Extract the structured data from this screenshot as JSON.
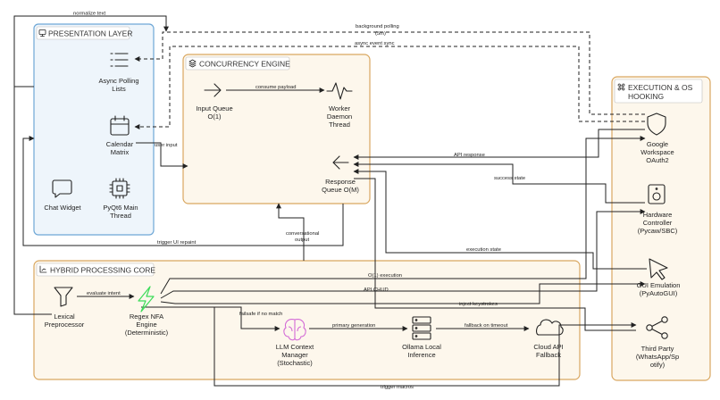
{
  "panels": {
    "presentation": {
      "title": "PRESENTATION LAYER",
      "fill": "#eef5fb",
      "stroke": "#6ea7d6"
    },
    "concurrency": {
      "title": "CONCURRENCY ENGINE",
      "fill": "#fdf7ec",
      "stroke": "#d9a760"
    },
    "execution": {
      "title": [
        "EXECUTION & OS",
        "HOOKING"
      ],
      "fill": "#fdf7ec",
      "stroke": "#d9a760"
    },
    "hybrid": {
      "title": "HYBRID PROCESSING CORE",
      "fill": "#fdf7ec",
      "stroke": "#d9a760"
    }
  },
  "nodes": {
    "async_polling": [
      "Async Polling",
      "Lists"
    ],
    "calendar": [
      "Calendar",
      "Matrix"
    ],
    "chat_widget": [
      "Chat Widget"
    ],
    "pyqt": [
      "PyQt6 Main",
      "Thread"
    ],
    "input_queue": [
      "Input Queue",
      "O(1)"
    ],
    "worker": [
      "Worker",
      "Daemon",
      "Thread"
    ],
    "response_queue": [
      "Response",
      "Queue O(M)"
    ],
    "google": [
      "Google",
      "Workspace",
      "OAuth2"
    ],
    "hardware": [
      "Hardware",
      "Controller",
      "(Pycaw/SBC)"
    ],
    "gui_emulation": [
      "GUI Emulation",
      "(PyAutoGUI)"
    ],
    "third_party": [
      "Third Party",
      "(WhatsApp/Sp",
      "otify)"
    ],
    "lexical": [
      "Lexical",
      "Preprocessor"
    ],
    "regex": [
      "Regex NFA",
      "Engine",
      "(Deterministic)"
    ],
    "llm": [
      "LLM Context",
      "Manager",
      "(Stochastic)"
    ],
    "ollama": [
      "Ollama Local",
      "Inference"
    ],
    "cloud": [
      "Cloud API",
      "Fallback"
    ]
  },
  "edges": {
    "normalize_text": [
      "normalize text"
    ],
    "background_polling": [
      "background polling",
      "(5m)"
    ],
    "async_event_sync": [
      "async event sync"
    ],
    "consume_payload": [
      "consume payload"
    ],
    "user_input": [
      "user input"
    ],
    "api_response": [
      "API response"
    ],
    "success_state": [
      "success state"
    ],
    "conversational_output": [
      "conversational",
      "output"
    ],
    "trigger_ui_repaint": [
      "trigger UI repaint"
    ],
    "execution_state": [
      "execution state"
    ],
    "o1_execution": [
      "O(1) execution"
    ],
    "api_chud": [
      "API CHUD"
    ],
    "inject_keystrokes": [
      "inject keystrokes"
    ],
    "evaluate_intent": [
      "evaluate intent"
    ],
    "failsafe": [
      "failsafe if no match"
    ],
    "primary_generation": [
      "primary generation"
    ],
    "fallback_timeout": [
      "fallback on timeout"
    ],
    "trigger_macros": [
      "trigger macros"
    ]
  },
  "colors": {
    "regex_icon": "#3ddc5a",
    "llm_icon": "#d36ad6"
  }
}
